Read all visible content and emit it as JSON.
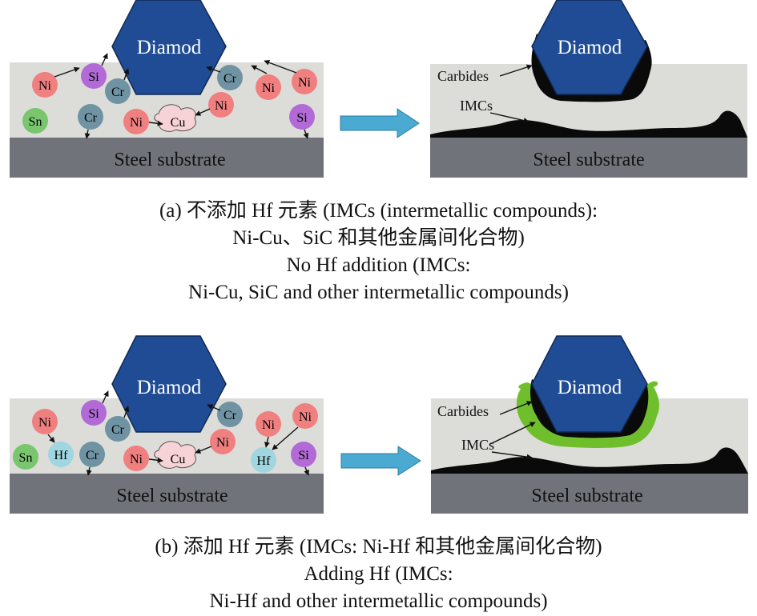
{
  "labels": {
    "diamond": "Diamod",
    "substrate": "Steel substrate",
    "carbides": "Carbides",
    "imcs": "IMCs"
  },
  "atoms": {
    "ni": "Ni",
    "si": "Si",
    "cr": "Cr",
    "sn": "Sn",
    "cu": "Cu",
    "hf": "Hf"
  },
  "colors": {
    "matrix": "#dcdcd8",
    "substrate": "#707379",
    "diamond": "#1f4c94",
    "ni": "#f08080",
    "si": "#b26ad6",
    "cr": "#6f93a3",
    "sn": "#79c66e",
    "cu": "#f7d2d6",
    "hf": "#9fd6e0",
    "arrow": "#4aaad2",
    "hf_layer": "#6fbf2c"
  },
  "caption_a": {
    "line1": "(a) 不添加 Hf 元素 (IMCs (intermetallic compounds):",
    "line2": "Ni-Cu、SiC 和其他金属间化合物)",
    "line3": "No Hf addition (IMCs:",
    "line4": "Ni-Cu, SiC and other intermetallic compounds)"
  },
  "caption_b": {
    "line1": "(b) 添加 Hf 元素 (IMCs: Ni-Hf 和其他金属间化合物)",
    "line2": "Adding Hf (IMCs:",
    "line3": "Ni-Hf and other intermetallic compounds)"
  }
}
